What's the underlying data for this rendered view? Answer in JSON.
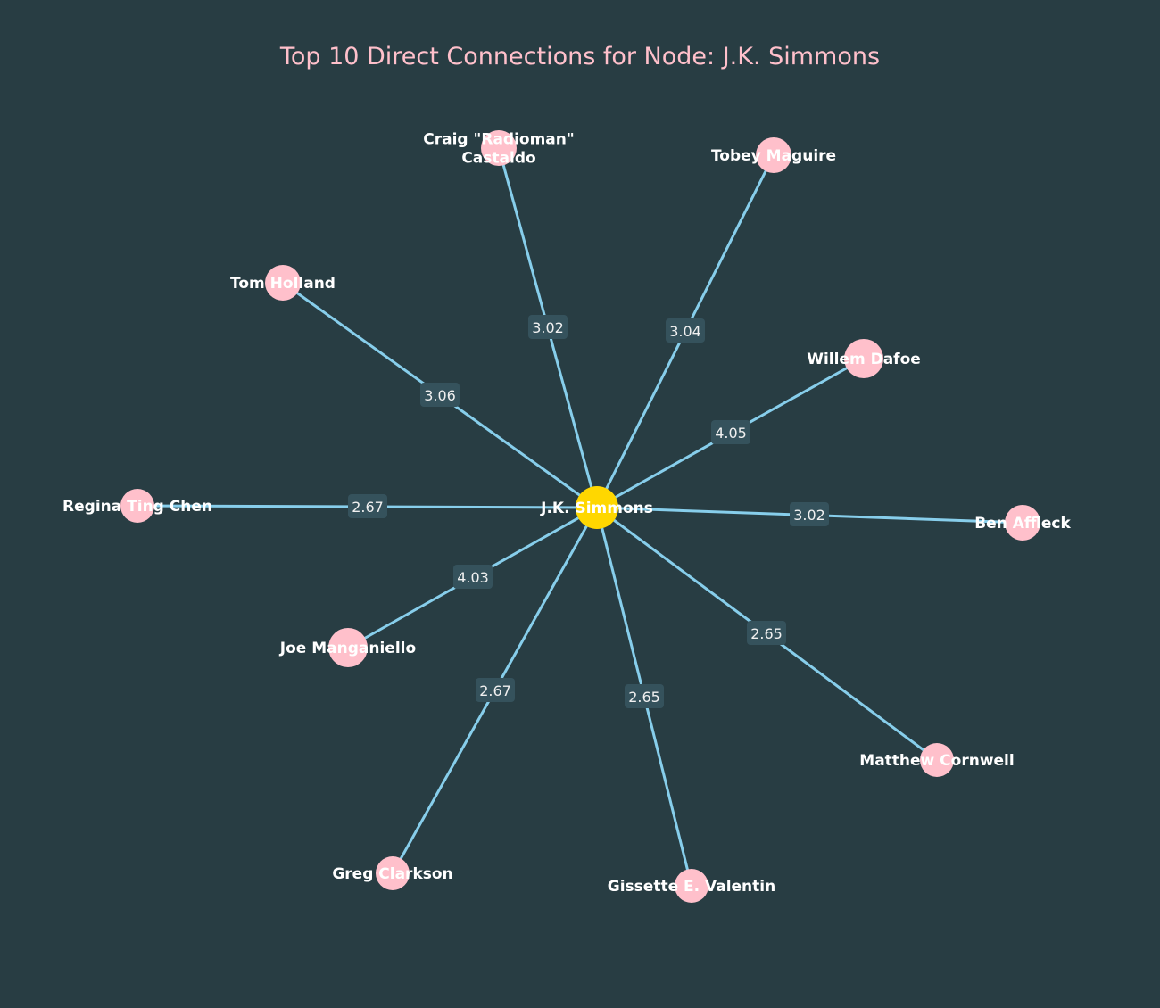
{
  "title": "Top 10 Direct Connections for Node: J.K. Simmons",
  "colors": {
    "background": "#283d43",
    "title": "#ffc0cb",
    "edge": "#87ceeb",
    "center_node": "#ffd700",
    "neighbor_node": "#ffc0cb",
    "label": "#ffffff",
    "weight_box": "#35525c"
  },
  "center": {
    "id": "jk-simmons",
    "label": "J.K. Simmons"
  },
  "neighbors": [
    {
      "id": "craig-castaldo",
      "label": "Craig \"Radioman\"\nCastaldo",
      "weight": "3.02"
    },
    {
      "id": "tobey-maguire",
      "label": "Tobey Maguire",
      "weight": "3.04"
    },
    {
      "id": "tom-holland",
      "label": "Tom Holland",
      "weight": "3.06"
    },
    {
      "id": "willem-dafoe",
      "label": "Willem Dafoe",
      "weight": "4.05"
    },
    {
      "id": "regina-ting-chen",
      "label": "Regina Ting Chen",
      "weight": "2.67"
    },
    {
      "id": "ben-affleck",
      "label": "Ben Affleck",
      "weight": "3.02"
    },
    {
      "id": "joe-manganiello",
      "label": "Joe Manganiello",
      "weight": "4.03"
    },
    {
      "id": "matthew-cornwell",
      "label": "Matthew Cornwell",
      "weight": "2.65"
    },
    {
      "id": "greg-clarkson",
      "label": "Greg Clarkson",
      "weight": "2.67"
    },
    {
      "id": "gissette-valentin",
      "label": "Gissette E. Valentin",
      "weight": "2.65"
    }
  ]
}
